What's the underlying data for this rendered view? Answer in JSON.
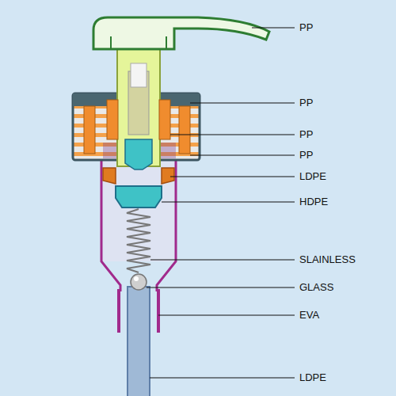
{
  "diagram": {
    "labels": [
      "PP",
      "PP",
      "PP",
      "PP",
      "LDPE",
      "HDPE",
      "SLAINLESS",
      "GLASS",
      "EVA",
      "LDPE"
    ]
  }
}
